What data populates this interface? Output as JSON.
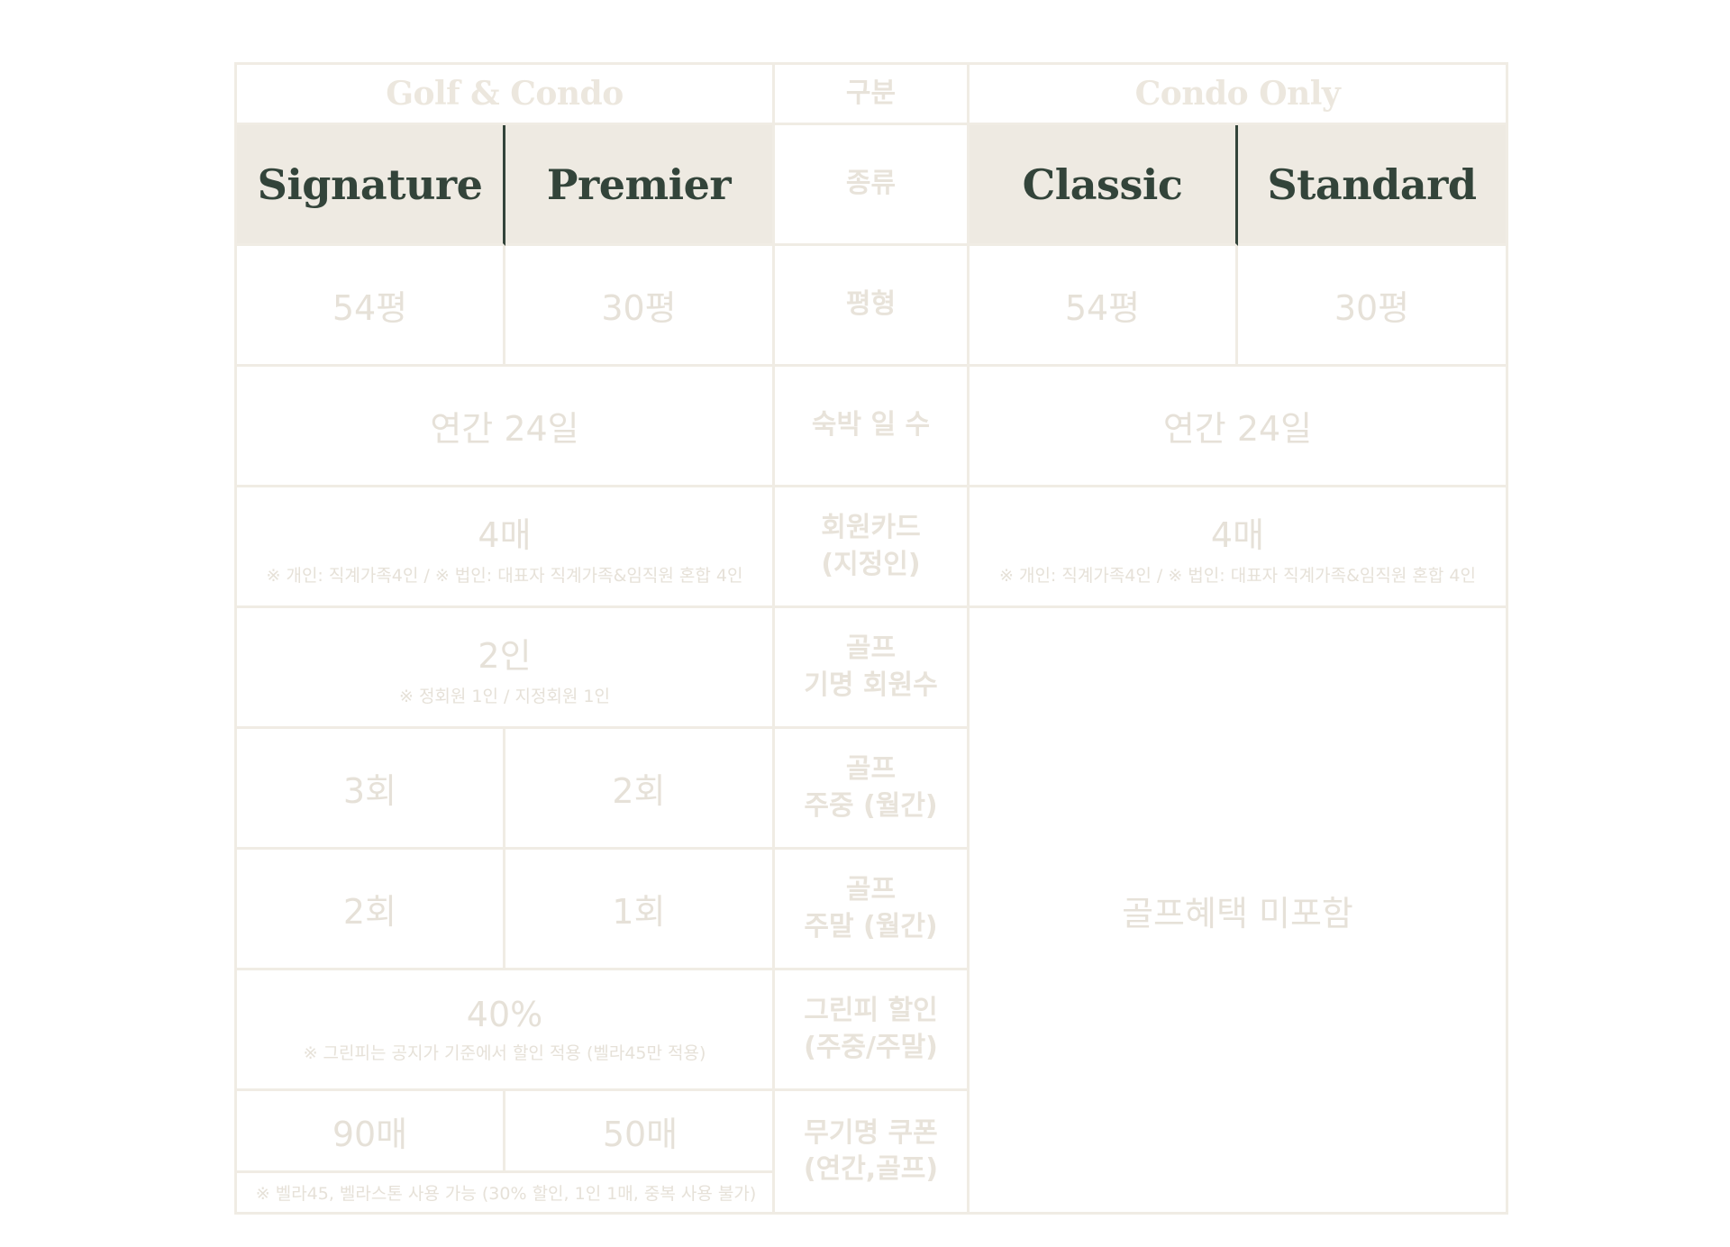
{
  "header": {
    "golf_condo": "Golf & Condo",
    "category": "구분",
    "condo_only": "Condo Only"
  },
  "types": {
    "label": "종류",
    "signature": "Signature",
    "premier": "Premier",
    "classic": "Classic",
    "standard": "Standard"
  },
  "size": {
    "label": "평형",
    "signature": "54평",
    "premier": "30평",
    "classic": "54평",
    "standard": "30평"
  },
  "stay_days": {
    "label": "숙박 일 수",
    "golf_condo": "연간 24일",
    "condo_only": "연간 24일"
  },
  "member_card": {
    "label": "회원카드\n(지정인)",
    "golf_condo_value": "4매",
    "golf_condo_note": "※ 개인: 직계가족4인 / ※ 법인: 대표자 직계가족&임직원 혼합 4인",
    "condo_only_value": "4매",
    "condo_only_note": "※ 개인: 직계가족4인 / ※ 법인: 대표자 직계가족&임직원 혼합 4인"
  },
  "golf_members": {
    "label": "골프\n기명 회원수",
    "value": "2인",
    "note": "※ 정회원 1인 / 지정회원 1인"
  },
  "golf_weekday": {
    "label": "골프\n주중 (월간)",
    "signature": "3회",
    "premier": "2회"
  },
  "golf_weekend": {
    "label": "골프\n주말 (월간)",
    "signature": "2회",
    "premier": "1회"
  },
  "green_fee": {
    "label": "그린피 할인\n(주중/주말)",
    "value": "40%",
    "note": "※ 그린피는 공지가 기준에서 할인 적용 (벨라45만 적용)"
  },
  "coupon": {
    "label": "무기명 쿠폰\n(연간,골프)",
    "signature": "90매",
    "premier": "50매",
    "note": "※ 벨라45, 벨라스톤 사용 가능 (30% 할인, 1인 1매, 중복 사용 불가)"
  },
  "condo_no_golf": "골프혜택 미포함"
}
